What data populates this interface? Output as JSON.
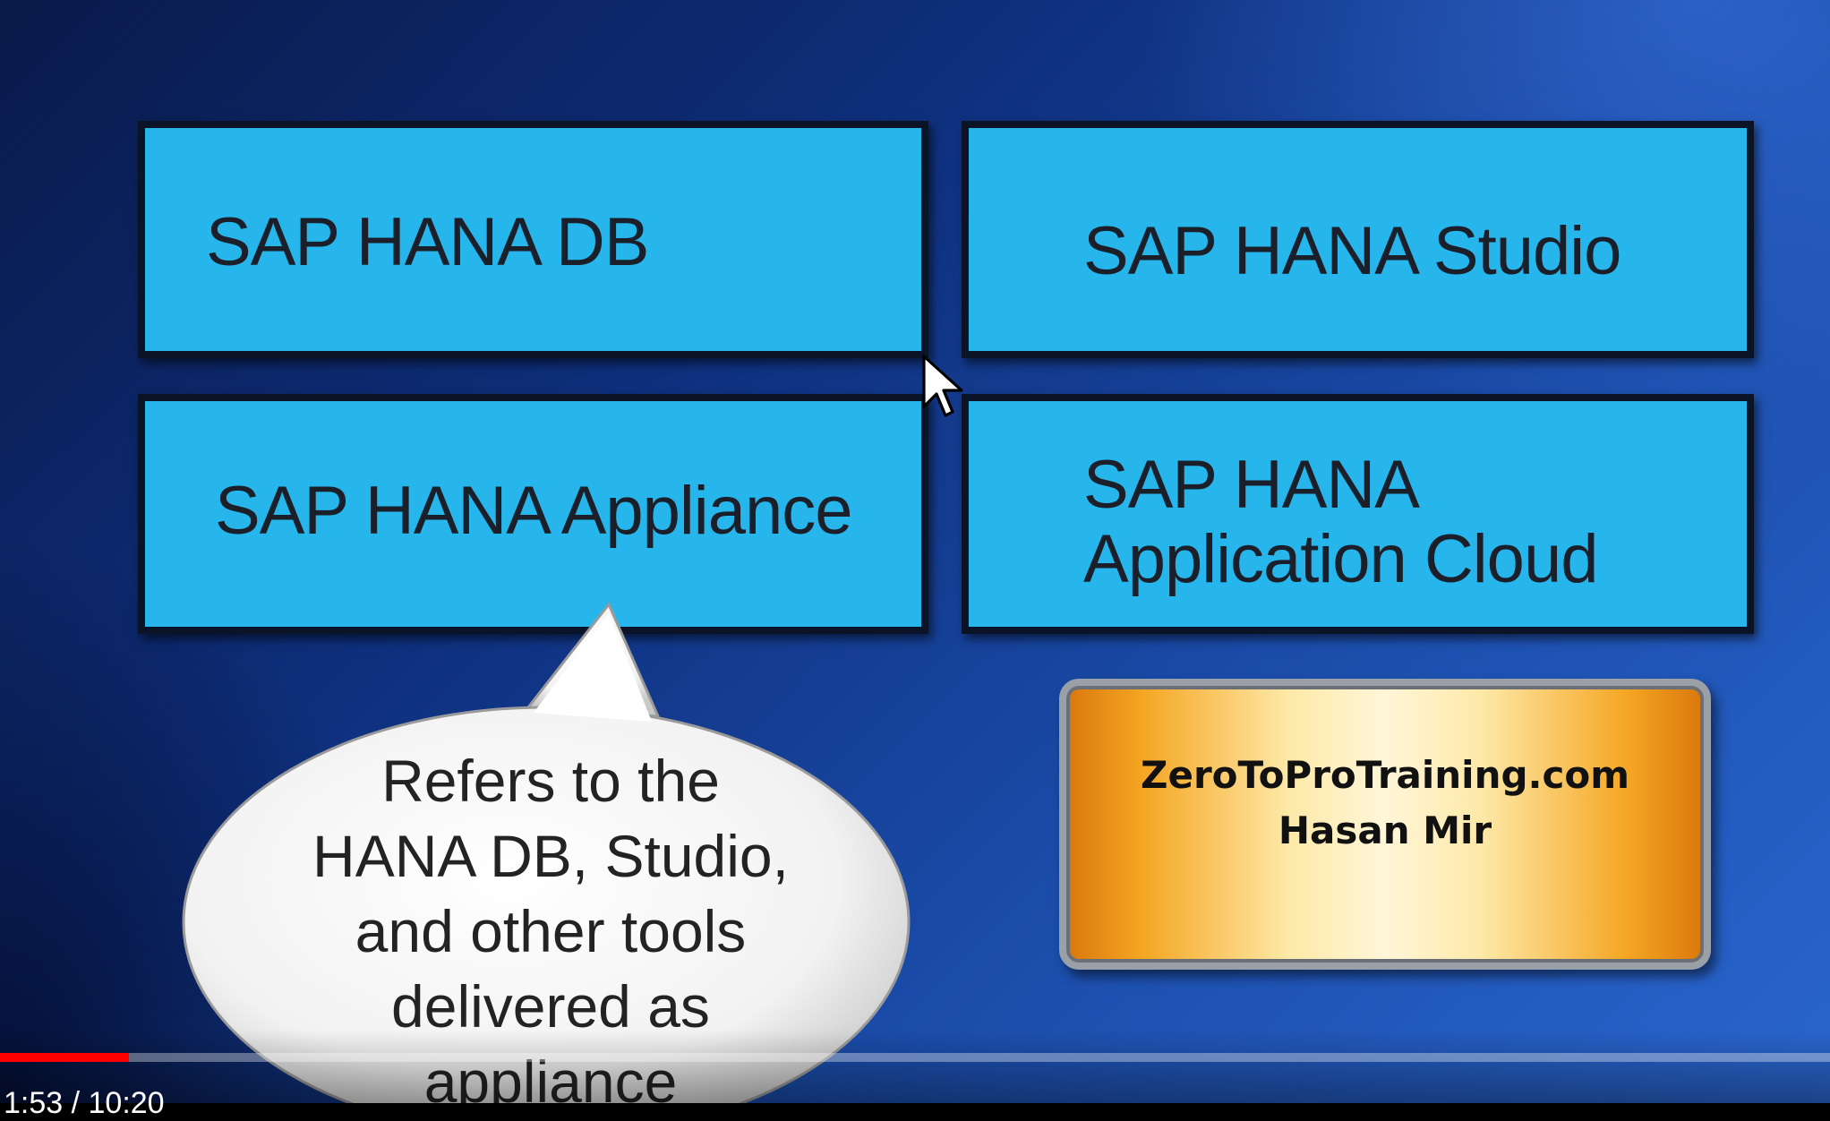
{
  "slide": {
    "boxes": {
      "db": "SAP HANA DB",
      "studio": "SAP HANA Studio",
      "appliance": "SAP HANA Appliance",
      "cloud_line1": "SAP HANA",
      "cloud_line2": "Application Cloud"
    },
    "callout": {
      "lines": [
        "Refers to the",
        "HANA DB, Studio,",
        "and other tools",
        "delivered as",
        "appliance"
      ]
    },
    "logo": {
      "line1": "ZeroToProTraining.com",
      "line2": "Hasan Mir"
    }
  },
  "player": {
    "progress_fraction": 0.0705,
    "time_label": "1:53 / 10:20",
    "progress_color": "#ff0000"
  }
}
